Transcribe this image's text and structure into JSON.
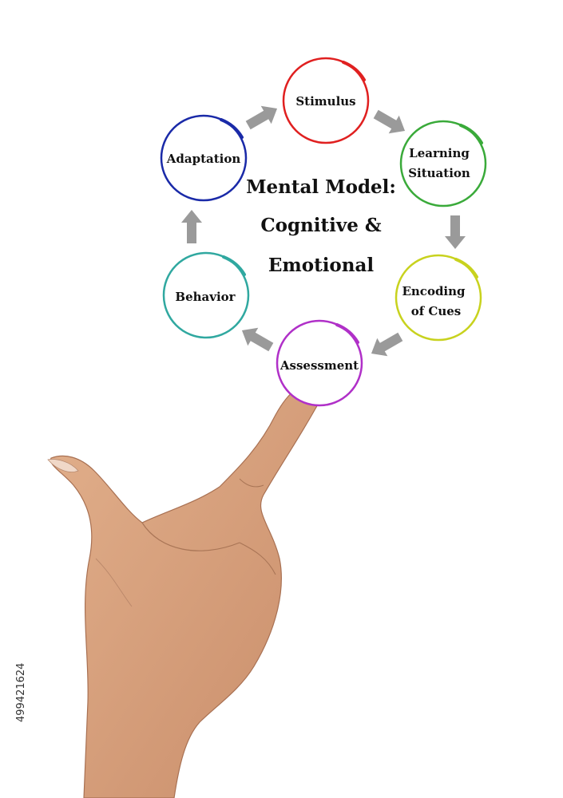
{
  "diagram": {
    "title_lines": [
      "Mental Model:",
      "Cognitive &",
      "Emotional"
    ],
    "nodes": [
      {
        "label_lines": [
          "Stimulus"
        ],
        "color": "#e02020"
      },
      {
        "label_lines": [
          "Learning",
          "Situation"
        ],
        "color": "#3aaa3a"
      },
      {
        "label_lines": [
          "Encoding",
          "of Cues"
        ],
        "color": "#c8d21e"
      },
      {
        "label_lines": [
          "Assessment"
        ],
        "color": "#b030c8"
      },
      {
        "label_lines": [
          "Behavior"
        ],
        "color": "#30a8a0"
      },
      {
        "label_lines": [
          "Adaptation"
        ],
        "color": "#1a2aa8"
      }
    ],
    "arrow_color": "#9a9a9a"
  },
  "stock_id": "499421624"
}
